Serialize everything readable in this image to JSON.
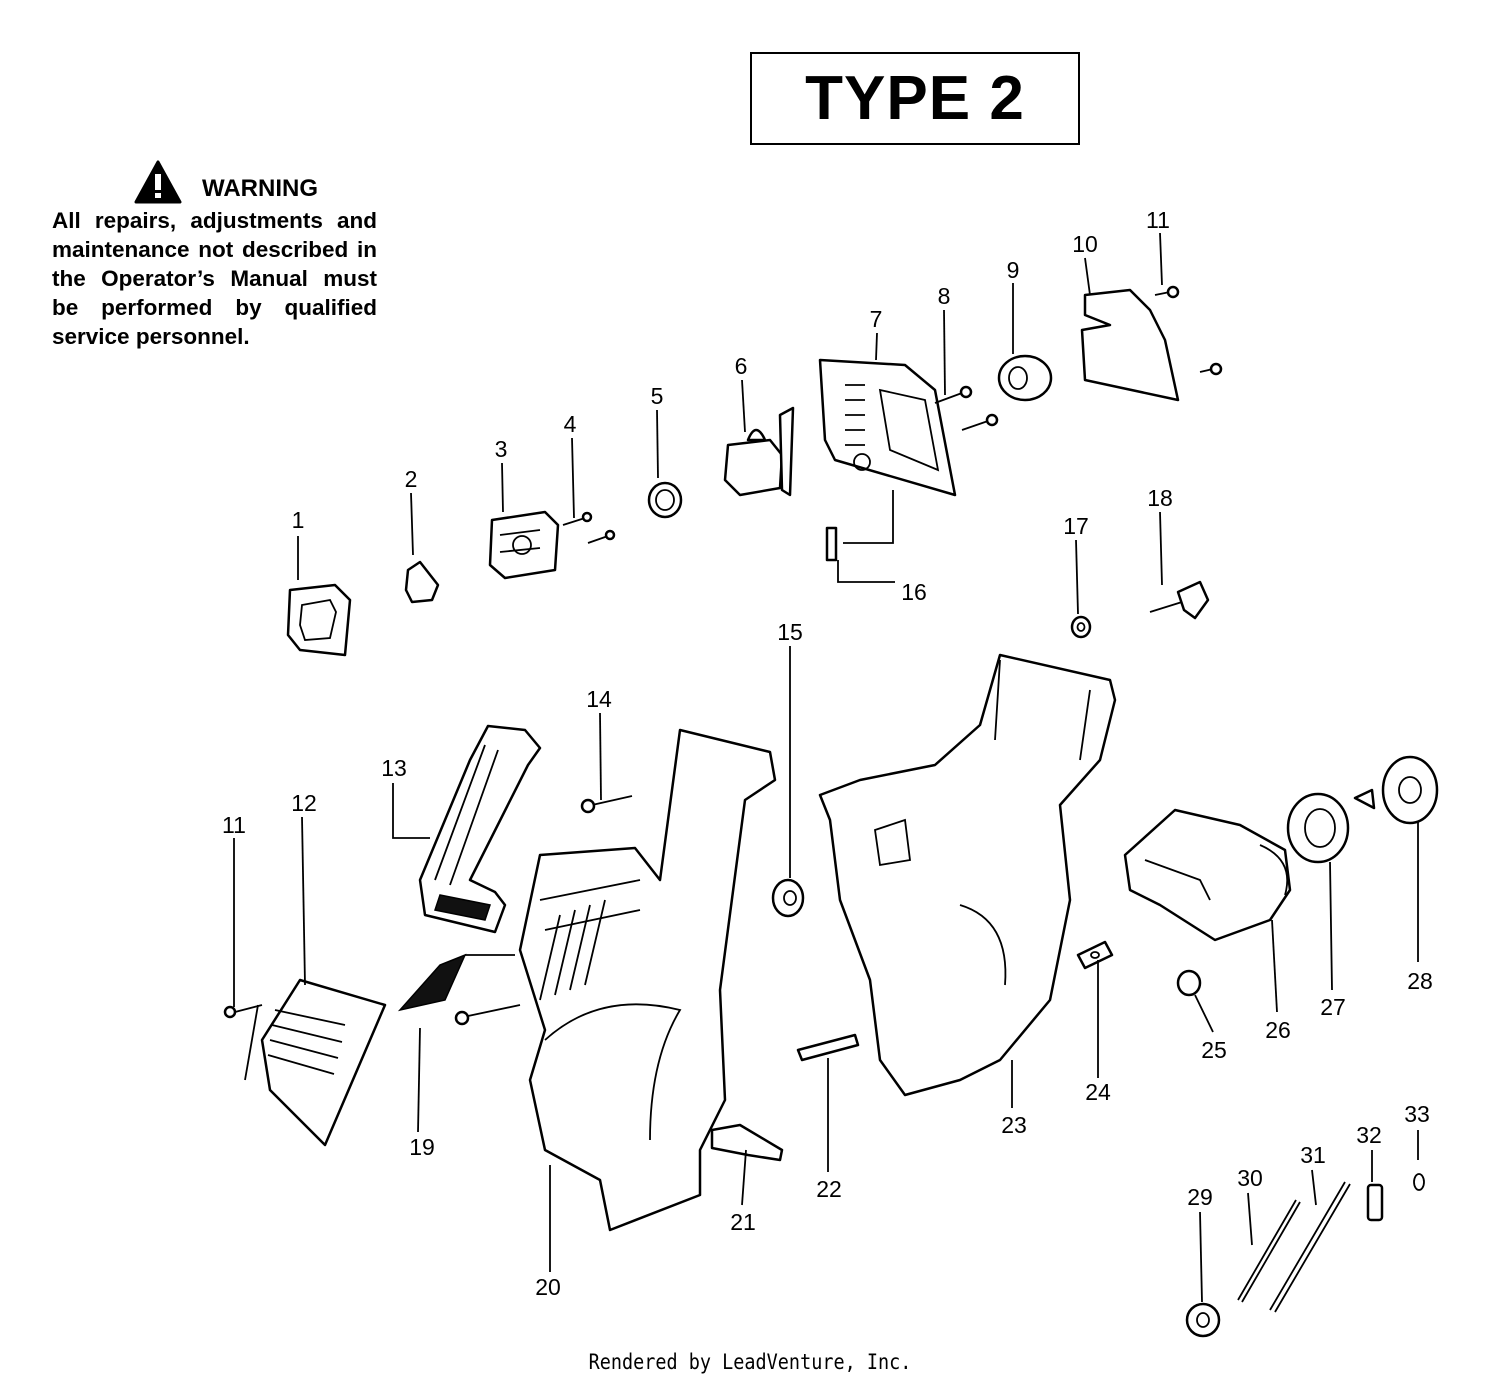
{
  "title": "TYPE 2",
  "warning": {
    "heading": "WARNING",
    "body": "All repairs, adjustments and maintenance not described in the Operator’s Manual must be performed by qualified service personnel.",
    "icon": "warning-triangle-icon"
  },
  "parts": [
    {
      "id": "1",
      "label": "1"
    },
    {
      "id": "2",
      "label": "2"
    },
    {
      "id": "3",
      "label": "3"
    },
    {
      "id": "4",
      "label": "4"
    },
    {
      "id": "5",
      "label": "5"
    },
    {
      "id": "6",
      "label": "6"
    },
    {
      "id": "7",
      "label": "7"
    },
    {
      "id": "8",
      "label": "8"
    },
    {
      "id": "9",
      "label": "9"
    },
    {
      "id": "10",
      "label": "10"
    },
    {
      "id": "11a",
      "label": "11"
    },
    {
      "id": "11b",
      "label": "11"
    },
    {
      "id": "12",
      "label": "12"
    },
    {
      "id": "13",
      "label": "13"
    },
    {
      "id": "14",
      "label": "14"
    },
    {
      "id": "15",
      "label": "15"
    },
    {
      "id": "16",
      "label": "16"
    },
    {
      "id": "17",
      "label": "17"
    },
    {
      "id": "18",
      "label": "18"
    },
    {
      "id": "19",
      "label": "19"
    },
    {
      "id": "20",
      "label": "20"
    },
    {
      "id": "21",
      "label": "21"
    },
    {
      "id": "22",
      "label": "22"
    },
    {
      "id": "23",
      "label": "23"
    },
    {
      "id": "24",
      "label": "24"
    },
    {
      "id": "25",
      "label": "25"
    },
    {
      "id": "26",
      "label": "26"
    },
    {
      "id": "27",
      "label": "27"
    },
    {
      "id": "28",
      "label": "28"
    },
    {
      "id": "29",
      "label": "29"
    },
    {
      "id": "30",
      "label": "30"
    },
    {
      "id": "31",
      "label": "31"
    },
    {
      "id": "32",
      "label": "32"
    },
    {
      "id": "33",
      "label": "33"
    }
  ],
  "footer": "Rendered by LeadVenture, Inc."
}
